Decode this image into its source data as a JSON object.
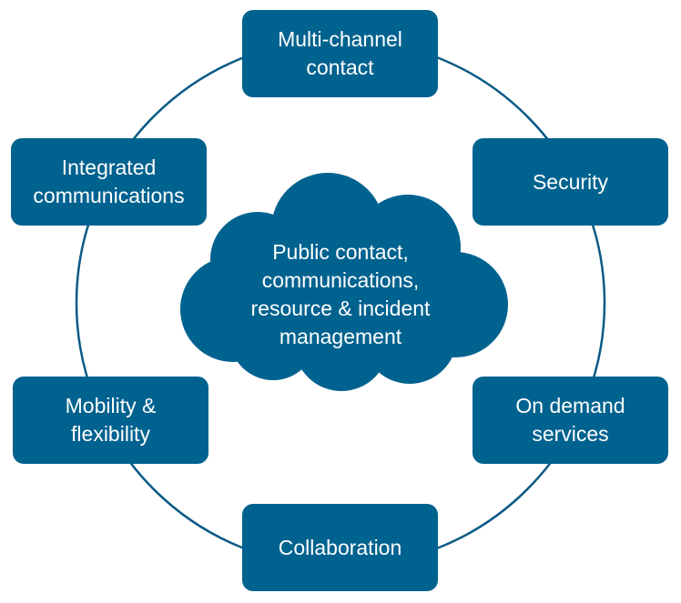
{
  "colors": {
    "box": "#00628f",
    "ring": "#0a5a85",
    "cloud": "#00628f"
  },
  "center": {
    "lines": [
      "Public contact,",
      "communications,",
      "resource & incident",
      "management"
    ]
  },
  "nodes": [
    {
      "id": "multi-channel-contact",
      "lines": [
        "Multi-channel",
        "contact"
      ]
    },
    {
      "id": "security",
      "lines": [
        "Security"
      ]
    },
    {
      "id": "on-demand-services",
      "lines": [
        "On demand",
        "services"
      ]
    },
    {
      "id": "collaboration",
      "lines": [
        "Collaboration"
      ]
    },
    {
      "id": "mobility-flexibility",
      "lines": [
        "Mobility &",
        "flexibility"
      ]
    },
    {
      "id": "integrated-communications",
      "lines": [
        "Integrated",
        "communications"
      ]
    }
  ]
}
